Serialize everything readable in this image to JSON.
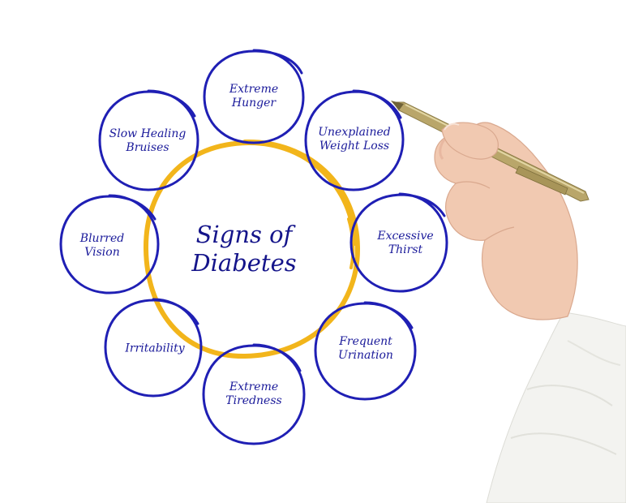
{
  "diagram": {
    "center": {
      "lines": [
        "Signs of",
        "Diabetes"
      ]
    },
    "nodes": [
      {
        "id": "extreme-hunger",
        "lines": [
          "Extreme",
          "Hunger"
        ]
      },
      {
        "id": "unexplained-weight-loss",
        "lines": [
          "Unexplained",
          "Weight Loss"
        ]
      },
      {
        "id": "excessive-thirst",
        "lines": [
          "Excessive",
          "Thirst"
        ]
      },
      {
        "id": "frequent-urination",
        "lines": [
          "Frequent",
          "Urination"
        ]
      },
      {
        "id": "extreme-tiredness",
        "lines": [
          "Extreme",
          "Tiredness"
        ]
      },
      {
        "id": "irritability",
        "lines": [
          "Irritability"
        ]
      },
      {
        "id": "blurred-vision",
        "lines": [
          "Blurred",
          "Vision"
        ]
      },
      {
        "id": "slow-healing-bruises",
        "lines": [
          "Slow Healing",
          "Bruises"
        ]
      }
    ]
  },
  "colors": {
    "node_ring": "#1f1fb4",
    "center_ring": "#f2b51b",
    "text": "#1a1a9a",
    "pen_body": "#b9a66a",
    "skin": "#f1c9b1",
    "sleeve": "#f3f3f0"
  },
  "icons": [
    "pen-icon",
    "hand-icon"
  ]
}
